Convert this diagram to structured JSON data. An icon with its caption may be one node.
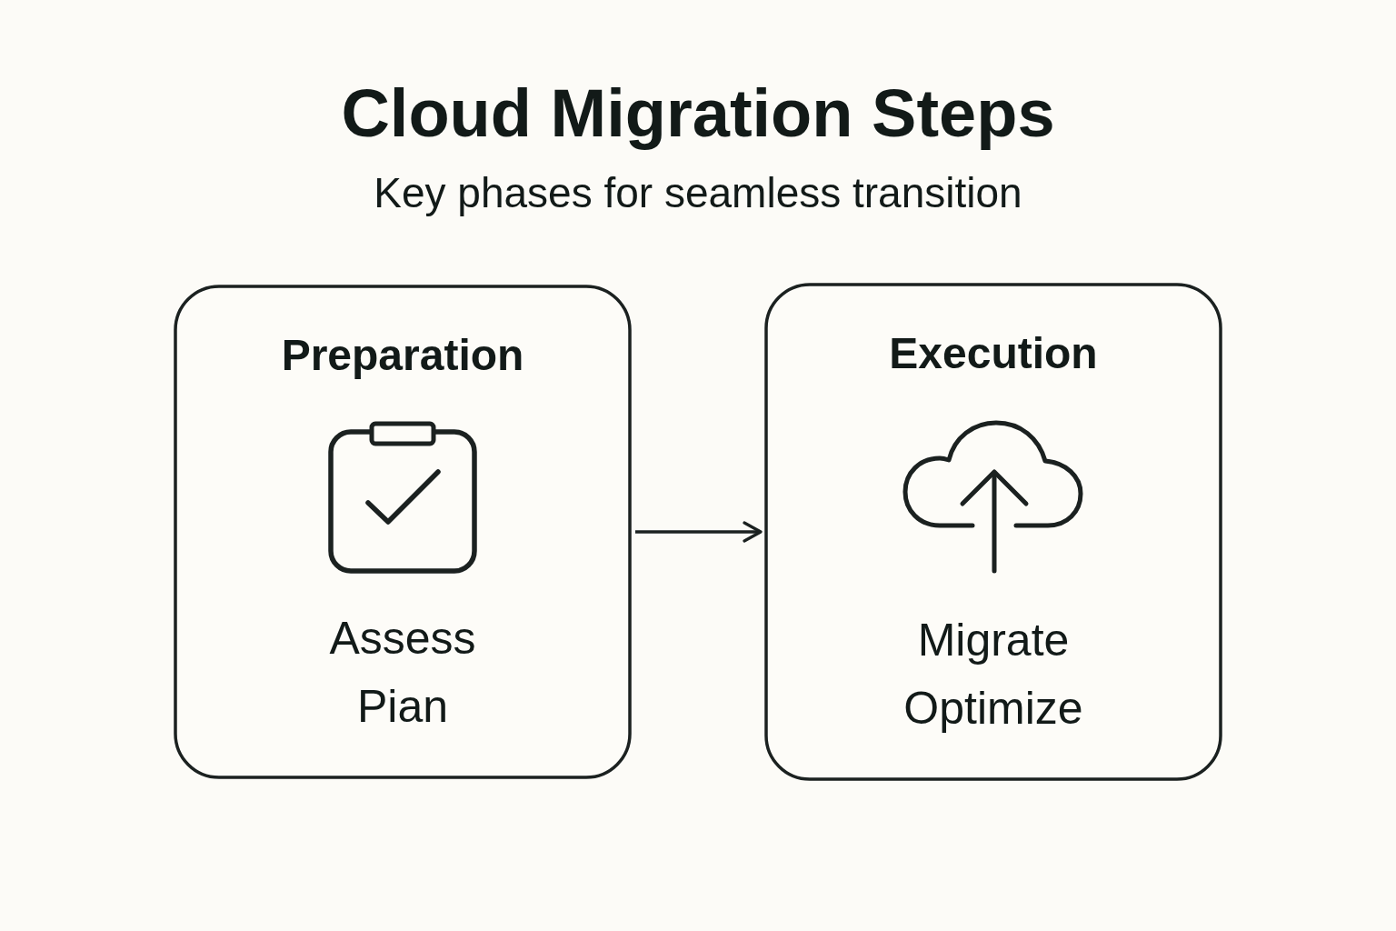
{
  "diagram": {
    "title": "Cloud Migration Steps",
    "nodes": [
      {
        "text": [
          "Preparation",
          "Assess",
          "Pian"
        ]
      },
      {
        "text": [
          "Execution",
          "Migrate",
          "Optimize"
        ]
      }
    ],
    "edges": [
      {
        "from": 0,
        "to": 1,
        "arrow": "to"
      }
    ],
    "labels": [
      "Key phases for seamless transition"
    ]
  }
}
